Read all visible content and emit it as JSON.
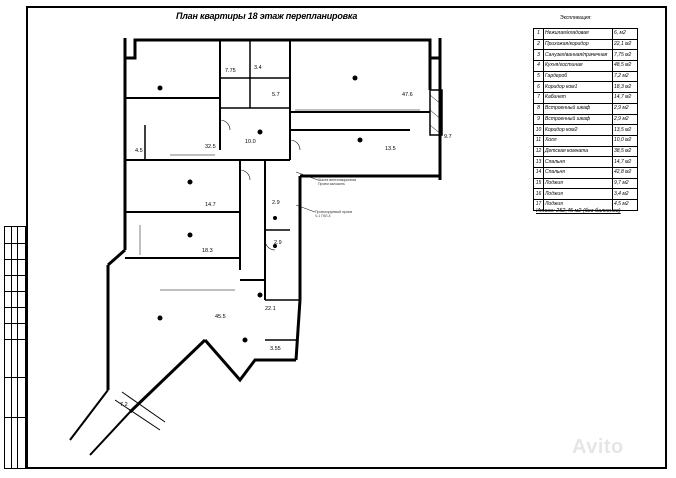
{
  "title": "План квартиры 18 этаж перепланировка",
  "legend": {
    "title": "Экспликация:",
    "rows": [
      {
        "n": "1",
        "name": "Нежилая/кладовая",
        "area": "6, м2"
      },
      {
        "n": "2",
        "name": "Прихожая/коридор",
        "area": "22,1 м2"
      },
      {
        "n": "3",
        "name": "Санузел/ванная/прачечная",
        "area": "7,75 м2"
      },
      {
        "n": "4",
        "name": "Кухня/гостиная",
        "area": "48,5 м2"
      },
      {
        "n": "5",
        "name": "Гардероб",
        "area": "7,2 м2"
      },
      {
        "n": "6",
        "name": "Коридор ком1",
        "area": "18,3 м2"
      },
      {
        "n": "7",
        "name": "Кабинет",
        "area": "14,7 м2"
      },
      {
        "n": "8",
        "name": "Встроенный шкаф",
        "area": "2,9 м2"
      },
      {
        "n": "9",
        "name": "Встроенный шкаф",
        "area": "2,9 м2"
      },
      {
        "n": "10",
        "name": "Коридор ком2",
        "area": "13,5 м2"
      },
      {
        "n": "11",
        "name": "Холл",
        "area": "10,0 м2"
      },
      {
        "n": "12",
        "name": "Детская комната",
        "area": "38,5 м2"
      },
      {
        "n": "13",
        "name": "Спальня",
        "area": "14,7 м2"
      },
      {
        "n": "14",
        "name": "Спальня",
        "area": "42,8 м2"
      },
      {
        "n": "15",
        "name": "Лоджия",
        "area": "9,7 м2"
      },
      {
        "n": "16",
        "name": "Лоджия",
        "area": "3,4 м2"
      },
      {
        "n": "17",
        "name": "Лоджия",
        "area": "4,5 м2"
      }
    ],
    "total": "Итого: 252,45 м2 (без балконов)"
  },
  "plan_labels": [
    {
      "text": "32.5"
    },
    {
      "text": "10.0"
    },
    {
      "text": "47.6"
    },
    {
      "text": "13.5"
    },
    {
      "text": "14.7"
    },
    {
      "text": "18.3"
    },
    {
      "text": "22.1"
    },
    {
      "text": "45.5"
    },
    {
      "text": "7.2"
    },
    {
      "text": "5.7"
    },
    {
      "text": "4.5"
    },
    {
      "text": "9.7"
    },
    {
      "text": "2.9"
    },
    {
      "text": "2.9"
    },
    {
      "text": "3.55"
    },
    {
      "text": "7.75"
    },
    {
      "text": "3.4"
    }
  ],
  "notes": {
    "n1": "Шахта вентиляционная\nПроем заложить",
    "n2": "Проектируемый проем\nЧ.1 ГКЛ-4"
  },
  "watermark": "Avito",
  "colors": {
    "line": "#000000",
    "wall": "#000000"
  }
}
